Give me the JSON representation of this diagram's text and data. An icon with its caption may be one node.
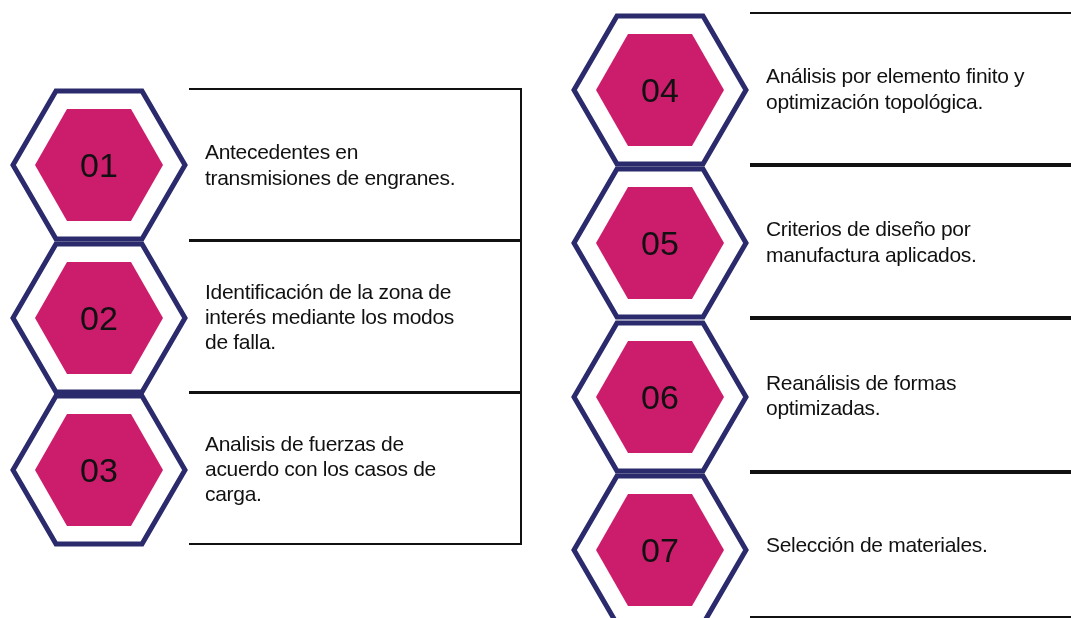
{
  "diagram": {
    "nodes": [
      {
        "text": [
          "01"
        ]
      },
      {
        "text": [
          "Antecedentes en transmisiones de engranes."
        ]
      },
      {
        "text": [
          "02"
        ]
      },
      {
        "text": [
          "Identificación de la zona de interés mediante los modos de falla."
        ]
      },
      {
        "text": [
          "03"
        ]
      },
      {
        "text": [
          "Analisis de fuerzas de acuerdo con los casos de carga."
        ]
      },
      {
        "text": [
          "04"
        ]
      },
      {
        "text": [
          "Análisis por elemento finito y optimización topológica."
        ]
      },
      {
        "text": [
          "05"
        ]
      },
      {
        "text": [
          "Criterios de diseño por manufactura aplicados."
        ]
      },
      {
        "text": [
          "06"
        ]
      },
      {
        "text": [
          "Reanálisis de formas optimizadas."
        ]
      },
      {
        "text": [
          "07"
        ]
      },
      {
        "text": [
          "Selección de materiales."
        ]
      }
    ]
  }
}
